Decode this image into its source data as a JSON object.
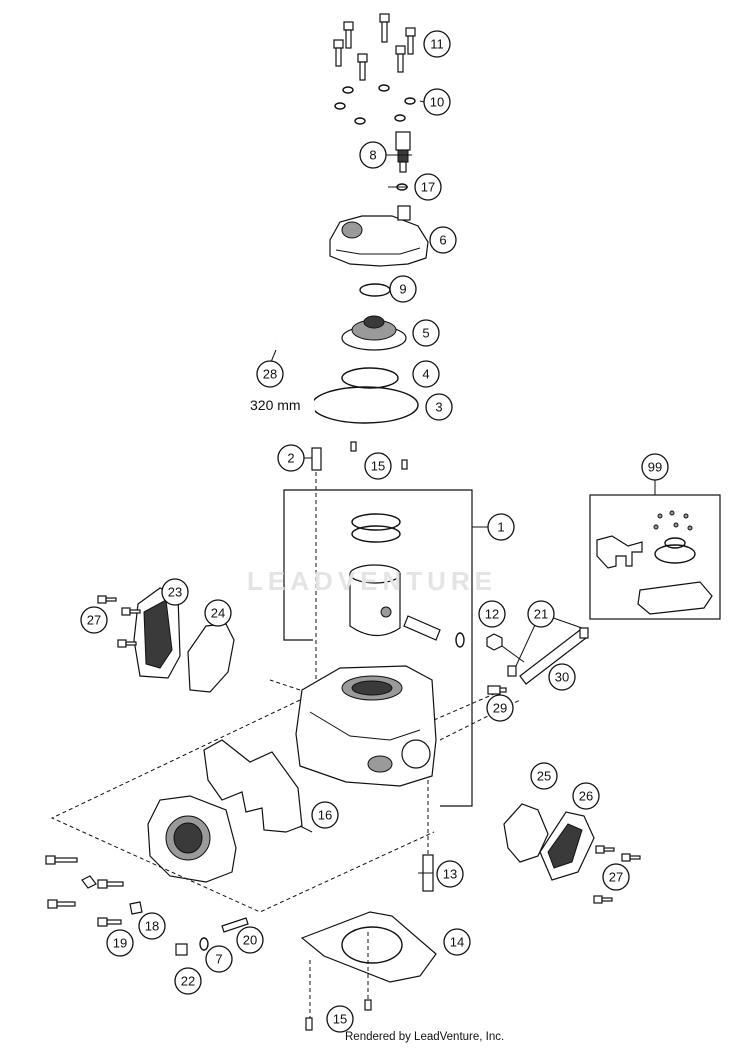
{
  "watermark": "LEADVENTURE",
  "footer": "Rendered by LeadVenture, Inc.",
  "hose_length": "320 mm",
  "callouts": {
    "c11": "11",
    "c10": "10",
    "c8": "8",
    "c17": "17",
    "c6": "6",
    "c9": "9",
    "c5": "5",
    "c4": "4",
    "c3": "3",
    "c28": "28",
    "c2": "2",
    "c15a": "15",
    "c1": "1",
    "c99": "99",
    "c23": "23",
    "c24": "24",
    "c27a": "27",
    "c12": "12",
    "c21": "21",
    "c30": "30",
    "c29": "29",
    "c16": "16",
    "c25": "25",
    "c26": "26",
    "c27b": "27",
    "c13": "13",
    "c18": "18",
    "c19": "19",
    "c20": "20",
    "c7": "7",
    "c22": "22",
    "c14": "14",
    "c15b": "15"
  }
}
